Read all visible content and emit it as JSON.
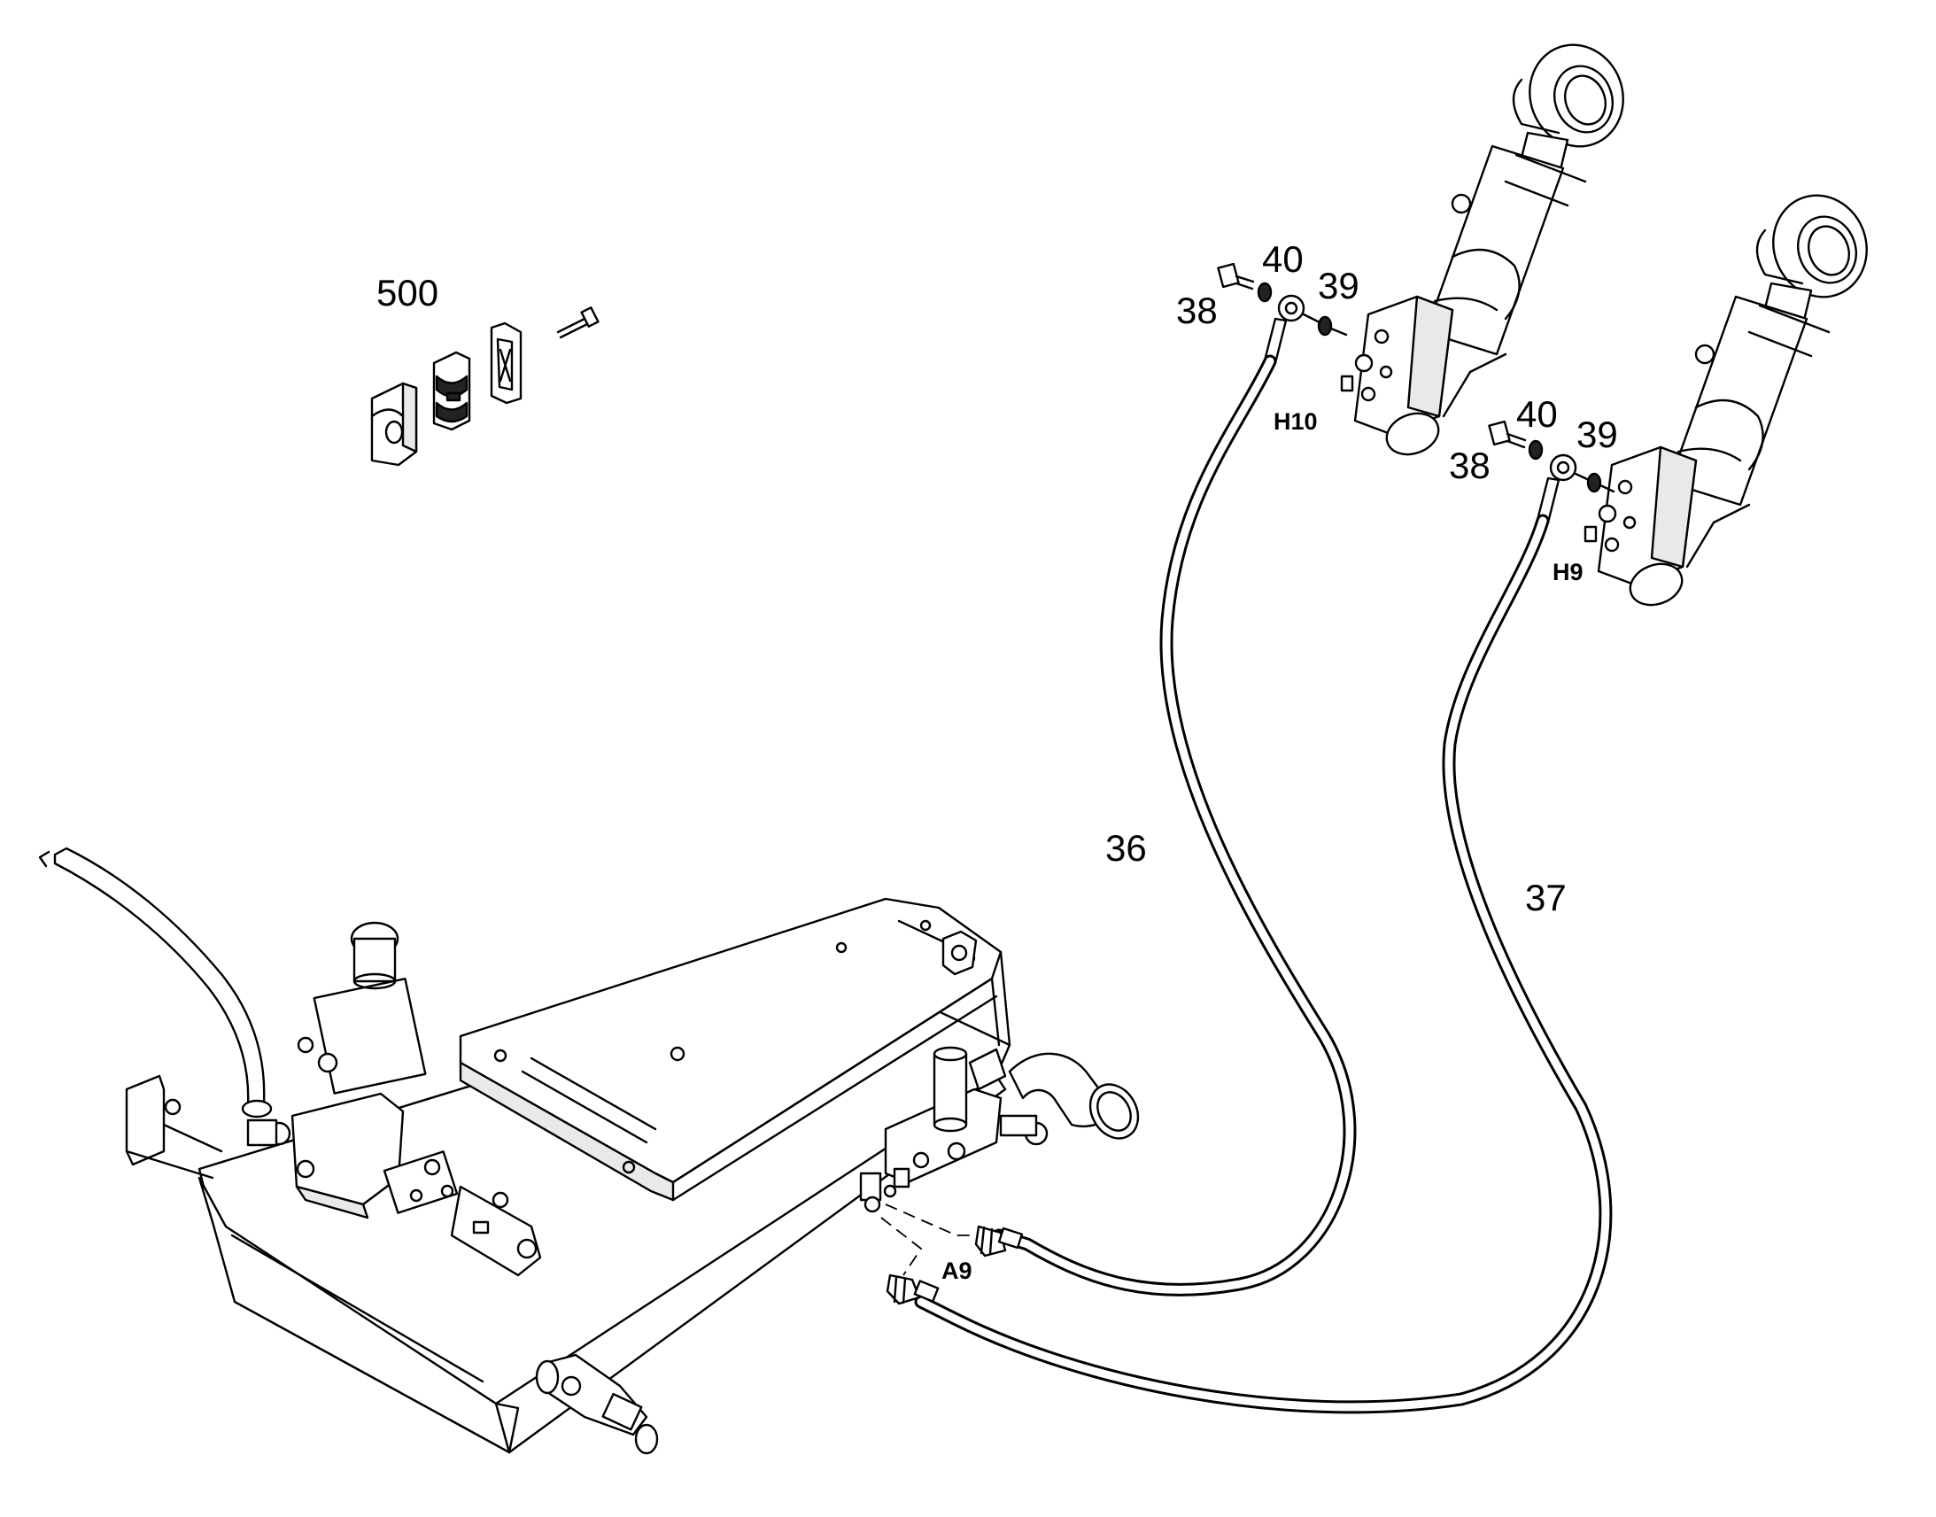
{
  "labels": {
    "kit": "500",
    "hose_a": "36",
    "hose_b": "37",
    "bolt_a": "38",
    "washer_a_outer": "40",
    "washer_a_inner": "39",
    "bolt_b": "38",
    "washer_b_outer": "40",
    "washer_b_inner": "39",
    "port_h10": "H10",
    "port_h9": "H9",
    "port_a9": "A9"
  }
}
